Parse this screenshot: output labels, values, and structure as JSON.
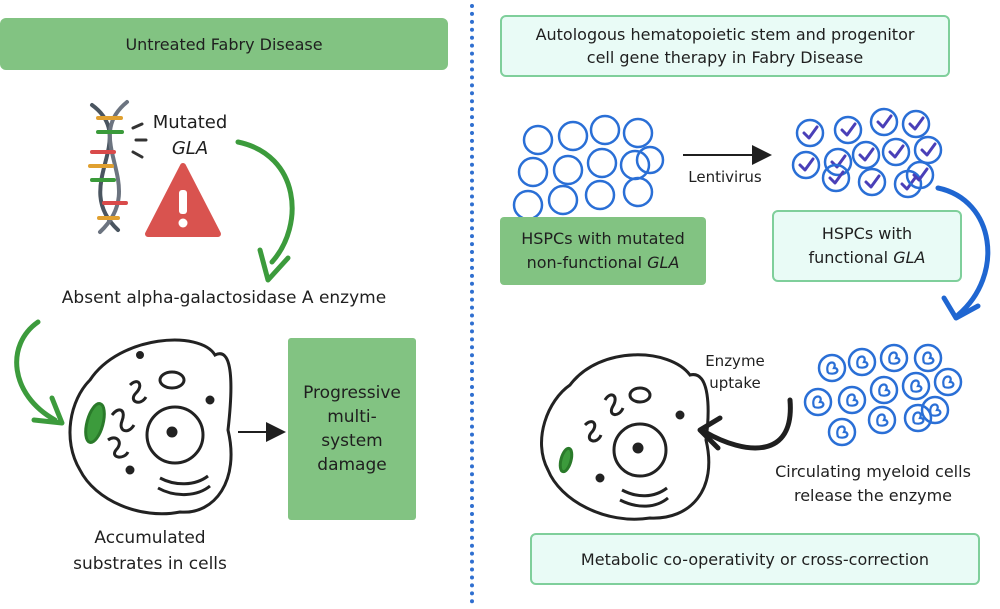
{
  "left": {
    "header": "Untreated Fabry Disease",
    "mutated_label": "Mutated",
    "mutated_gene": "GLA",
    "absent_enzyme": "Absent alpha-galactosidase A enzyme",
    "accumulated_line1": "Accumulated",
    "accumulated_line2": "substrates in cells",
    "damage_line1": "Progressive",
    "damage_line2": "multi-",
    "damage_line3": "system",
    "damage_line4": "damage"
  },
  "right": {
    "header_line1": "Autologous hematopoietic stem and progenitor",
    "header_line2": "cell gene therapy in Fabry Disease",
    "lentivirus": "Lentivirus",
    "hspc_mutated_line1": "HSPCs with mutated",
    "hspc_mutated_line2": "non-functional",
    "hspc_mutated_gene": "GLA",
    "hspc_functional_line1": "HSPCs with",
    "hspc_functional_line2": "functional",
    "hspc_functional_gene": "GLA",
    "enzyme_uptake_line1": "Enzyme",
    "enzyme_uptake_line2": "uptake",
    "circulating_line1": "Circulating myeloid cells",
    "circulating_line2": "release the enzyme",
    "footer": "Metabolic co-operativity or cross-correction"
  },
  "colors": {
    "green_box": "#82c382",
    "light_box": "#e9fbf6",
    "light_border": "#7fcf9b",
    "cell_blue": "#2a6fd6",
    "arrow_green": "#3c9b3c",
    "arrow_blue": "#1f66d1",
    "divider": "#2f6fd0",
    "warning_red": "#d9534f"
  },
  "icons": [
    "dna-icon",
    "warning-icon",
    "cell-icon",
    "stem-cell-icon",
    "checkmark-icon",
    "myeloid-cell-icon"
  ]
}
